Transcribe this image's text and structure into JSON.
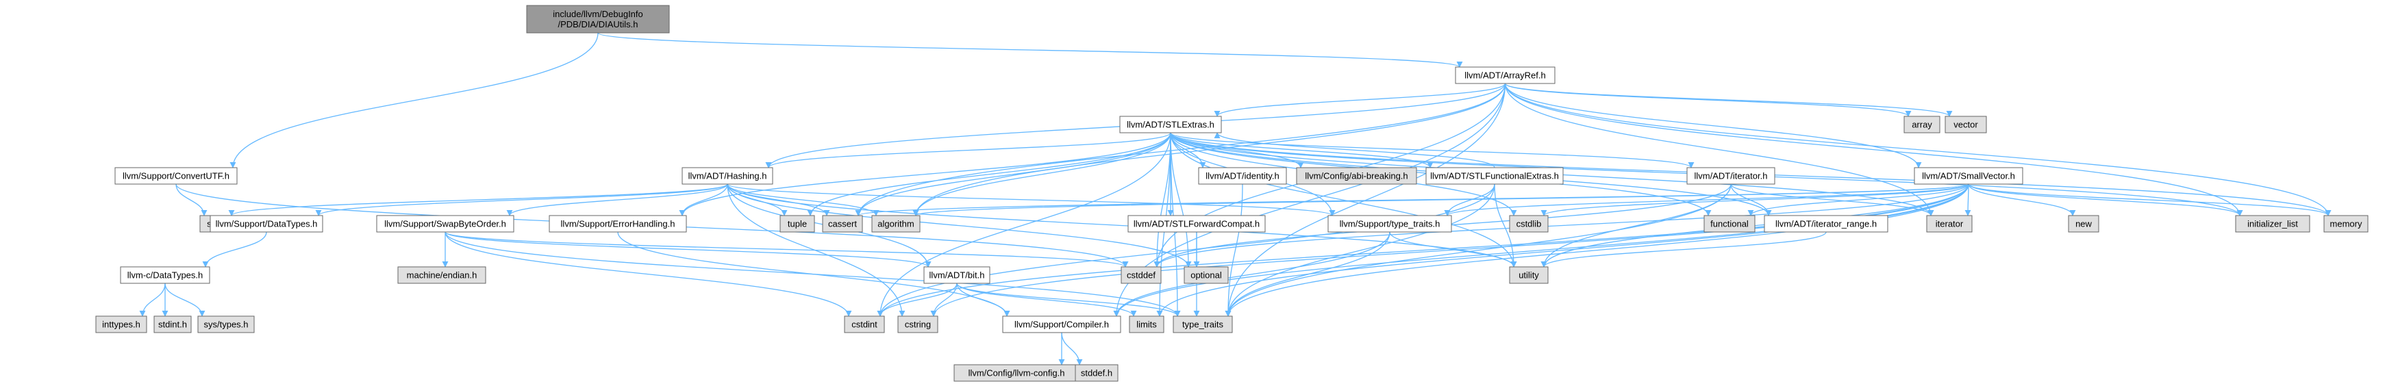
{
  "colors": {
    "root_fill": "#999999",
    "header_fill": "#ffffff",
    "system_fill": "#e0e0e0",
    "border": "#666666",
    "edge": "#63b8ff"
  },
  "nodes": [
    {
      "id": "root",
      "label": "include/llvm/DebugInfo\n/PDB/DIA/DIAUtils.h",
      "kind": "root"
    },
    {
      "id": "arrayref",
      "label": "llvm/ADT/ArrayRef.h",
      "kind": "header"
    },
    {
      "id": "convertutf",
      "label": "llvm/Support/ConvertUTF.h",
      "kind": "header"
    },
    {
      "id": "stlextras",
      "label": "llvm/ADT/STLExtras.h",
      "kind": "header"
    },
    {
      "id": "array",
      "label": "array",
      "kind": "system"
    },
    {
      "id": "vector",
      "label": "vector",
      "kind": "system"
    },
    {
      "id": "hashing",
      "label": "llvm/ADT/Hashing.h",
      "kind": "header"
    },
    {
      "id": "identity",
      "label": "llvm/ADT/identity.h",
      "kind": "header"
    },
    {
      "id": "abibreaking",
      "label": "llvm/Config/abi-breaking.h",
      "kind": "system"
    },
    {
      "id": "stlfunctional",
      "label": "llvm/ADT/STLFunctionalExtras.h",
      "kind": "header"
    },
    {
      "id": "iteratorh",
      "label": "llvm/ADT/iterator.h",
      "kind": "header"
    },
    {
      "id": "smallvector",
      "label": "llvm/ADT/SmallVector.h",
      "kind": "header"
    },
    {
      "id": "string",
      "label": "string",
      "kind": "system"
    },
    {
      "id": "datatypes",
      "label": "llvm/Support/DataTypes.h",
      "kind": "header"
    },
    {
      "id": "swapbyteorder",
      "label": "llvm/Support/SwapByteOrder.h",
      "kind": "header"
    },
    {
      "id": "errorhandling",
      "label": "llvm/Support/ErrorHandling.h",
      "kind": "header"
    },
    {
      "id": "tuple",
      "label": "tuple",
      "kind": "system"
    },
    {
      "id": "cassert",
      "label": "cassert",
      "kind": "system"
    },
    {
      "id": "algorithm",
      "label": "algorithm",
      "kind": "system"
    },
    {
      "id": "stlforward",
      "label": "llvm/ADT/STLForwardCompat.h",
      "kind": "header"
    },
    {
      "id": "typetraits_h",
      "label": "llvm/Support/type_traits.h",
      "kind": "header"
    },
    {
      "id": "cstdlib",
      "label": "cstdlib",
      "kind": "system"
    },
    {
      "id": "functional",
      "label": "functional",
      "kind": "system"
    },
    {
      "id": "iterrange",
      "label": "llvm/ADT/iterator_range.h",
      "kind": "header"
    },
    {
      "id": "iterator",
      "label": "iterator",
      "kind": "system"
    },
    {
      "id": "new",
      "label": "new",
      "kind": "system"
    },
    {
      "id": "initlist",
      "label": "initializer_list",
      "kind": "system"
    },
    {
      "id": "memory",
      "label": "memory",
      "kind": "system"
    },
    {
      "id": "cdatatypes",
      "label": "llvm-c/DataTypes.h",
      "kind": "header"
    },
    {
      "id": "machineendian",
      "label": "machine/endian.h",
      "kind": "system"
    },
    {
      "id": "bit",
      "label": "llvm/ADT/bit.h",
      "kind": "header"
    },
    {
      "id": "cstddef",
      "label": "cstddef",
      "kind": "system"
    },
    {
      "id": "optional",
      "label": "optional",
      "kind": "system"
    },
    {
      "id": "utility",
      "label": "utility",
      "kind": "system"
    },
    {
      "id": "inttypes",
      "label": "inttypes.h",
      "kind": "system"
    },
    {
      "id": "stdint",
      "label": "stdint.h",
      "kind": "system"
    },
    {
      "id": "systypes",
      "label": "sys/types.h",
      "kind": "system"
    },
    {
      "id": "cstdint",
      "label": "cstdint",
      "kind": "system"
    },
    {
      "id": "cstring",
      "label": "cstring",
      "kind": "system"
    },
    {
      "id": "compiler",
      "label": "llvm/Support/Compiler.h",
      "kind": "header"
    },
    {
      "id": "limits",
      "label": "limits",
      "kind": "system"
    },
    {
      "id": "typetraits",
      "label": "type_traits",
      "kind": "system"
    },
    {
      "id": "llvmconfig",
      "label": "llvm/Config/llvm-config.h",
      "kind": "system"
    },
    {
      "id": "stddef",
      "label": "stddef.h",
      "kind": "system"
    }
  ],
  "edges": [
    [
      "root",
      "arrayref"
    ],
    [
      "root",
      "convertutf"
    ],
    [
      "arrayref",
      "stlextras"
    ],
    [
      "arrayref",
      "hashing"
    ],
    [
      "arrayref",
      "smallvector"
    ],
    [
      "arrayref",
      "array"
    ],
    [
      "arrayref",
      "vector"
    ],
    [
      "arrayref",
      "cassert"
    ],
    [
      "arrayref",
      "cstddef"
    ],
    [
      "arrayref",
      "initlist"
    ],
    [
      "arrayref",
      "iterator"
    ],
    [
      "arrayref",
      "memory"
    ],
    [
      "arrayref",
      "typetraits"
    ],
    [
      "arrayref",
      "compiler"
    ],
    [
      "arrayref",
      "algorithm"
    ],
    [
      "convertutf",
      "string"
    ],
    [
      "convertutf",
      "cstddef"
    ],
    [
      "stlextras",
      "hashing"
    ],
    [
      "stlextras",
      "identity"
    ],
    [
      "stlextras",
      "abibreaking"
    ],
    [
      "stlextras",
      "stlfunctional"
    ],
    [
      "stlextras",
      "iteratorh"
    ],
    [
      "stlextras",
      "iterrange"
    ],
    [
      "stlextras",
      "stlforward"
    ],
    [
      "stlextras",
      "typetraits_h"
    ],
    [
      "stlextras",
      "errorhandling"
    ],
    [
      "stlextras",
      "algorithm"
    ],
    [
      "stlextras",
      "cassert"
    ],
    [
      "stlextras",
      "cstddef"
    ],
    [
      "stlextras",
      "cstdint"
    ],
    [
      "stlextras",
      "cstdlib"
    ],
    [
      "stlextras",
      "functional"
    ],
    [
      "stlextras",
      "initlist"
    ],
    [
      "stlextras",
      "iterator"
    ],
    [
      "stlextras",
      "limits"
    ],
    [
      "stlextras",
      "memory"
    ],
    [
      "stlextras",
      "optional"
    ],
    [
      "stlextras",
      "tuple"
    ],
    [
      "stlextras",
      "typetraits"
    ],
    [
      "stlextras",
      "utility"
    ],
    [
      "hashing",
      "errorhandling"
    ],
    [
      "hashing",
      "swapbyteorder"
    ],
    [
      "hashing",
      "datatypes"
    ],
    [
      "hashing",
      "typetraits_h"
    ],
    [
      "hashing",
      "algorithm"
    ],
    [
      "hashing",
      "cassert"
    ],
    [
      "hashing",
      "cstring"
    ],
    [
      "hashing",
      "optional"
    ],
    [
      "hashing",
      "string"
    ],
    [
      "hashing",
      "tuple"
    ],
    [
      "hashing",
      "utility"
    ],
    [
      "hashing",
      "bit"
    ],
    [
      "identity",
      "typetraits"
    ],
    [
      "stlfunctional",
      "stlextras"
    ],
    [
      "stlfunctional",
      "typetraits_h"
    ],
    [
      "stlfunctional",
      "cstdint"
    ],
    [
      "stlfunctional",
      "typetraits"
    ],
    [
      "stlfunctional",
      "utility"
    ],
    [
      "iteratorh",
      "iterrange"
    ],
    [
      "iteratorh",
      "cstddef"
    ],
    [
      "iteratorh",
      "iterator"
    ],
    [
      "iteratorh",
      "typetraits"
    ],
    [
      "iteratorh",
      "utility"
    ],
    [
      "smallvector",
      "compiler"
    ],
    [
      "smallvector",
      "typetraits_h"
    ],
    [
      "smallvector",
      "algorithm"
    ],
    [
      "smallvector",
      "cassert"
    ],
    [
      "smallvector",
      "cstddef"
    ],
    [
      "smallvector",
      "cstdlib"
    ],
    [
      "smallvector",
      "cstring"
    ],
    [
      "smallvector",
      "functional"
    ],
    [
      "smallvector",
      "initlist"
    ],
    [
      "smallvector",
      "iterator"
    ],
    [
      "smallvector",
      "limits"
    ],
    [
      "smallvector",
      "memory"
    ],
    [
      "smallvector",
      "new"
    ],
    [
      "smallvector",
      "typetraits"
    ],
    [
      "smallvector",
      "utility"
    ],
    [
      "smallvector",
      "cstdint"
    ],
    [
      "datatypes",
      "cdatatypes"
    ],
    [
      "cdatatypes",
      "inttypes"
    ],
    [
      "cdatatypes",
      "stdint"
    ],
    [
      "cdatatypes",
      "systypes"
    ],
    [
      "swapbyteorder",
      "bit"
    ],
    [
      "swapbyteorder",
      "machineendian"
    ],
    [
      "swapbyteorder",
      "cstddef"
    ],
    [
      "swapbyteorder",
      "cstdint"
    ],
    [
      "swapbyteorder",
      "typetraits"
    ],
    [
      "errorhandling",
      "compiler"
    ],
    [
      "stlforward",
      "optional"
    ],
    [
      "stlforward",
      "typetraits"
    ],
    [
      "typetraits_h",
      "utility"
    ],
    [
      "typetraits_h",
      "typetraits"
    ],
    [
      "typetraits_h",
      "compiler"
    ],
    [
      "iterrange",
      "utility"
    ],
    [
      "bit",
      "compiler"
    ],
    [
      "bit",
      "cstdint"
    ],
    [
      "bit",
      "cstring"
    ],
    [
      "bit",
      "limits"
    ],
    [
      "bit",
      "typetraits"
    ],
    [
      "compiler",
      "llvmconfig"
    ],
    [
      "compiler",
      "stddef"
    ]
  ]
}
